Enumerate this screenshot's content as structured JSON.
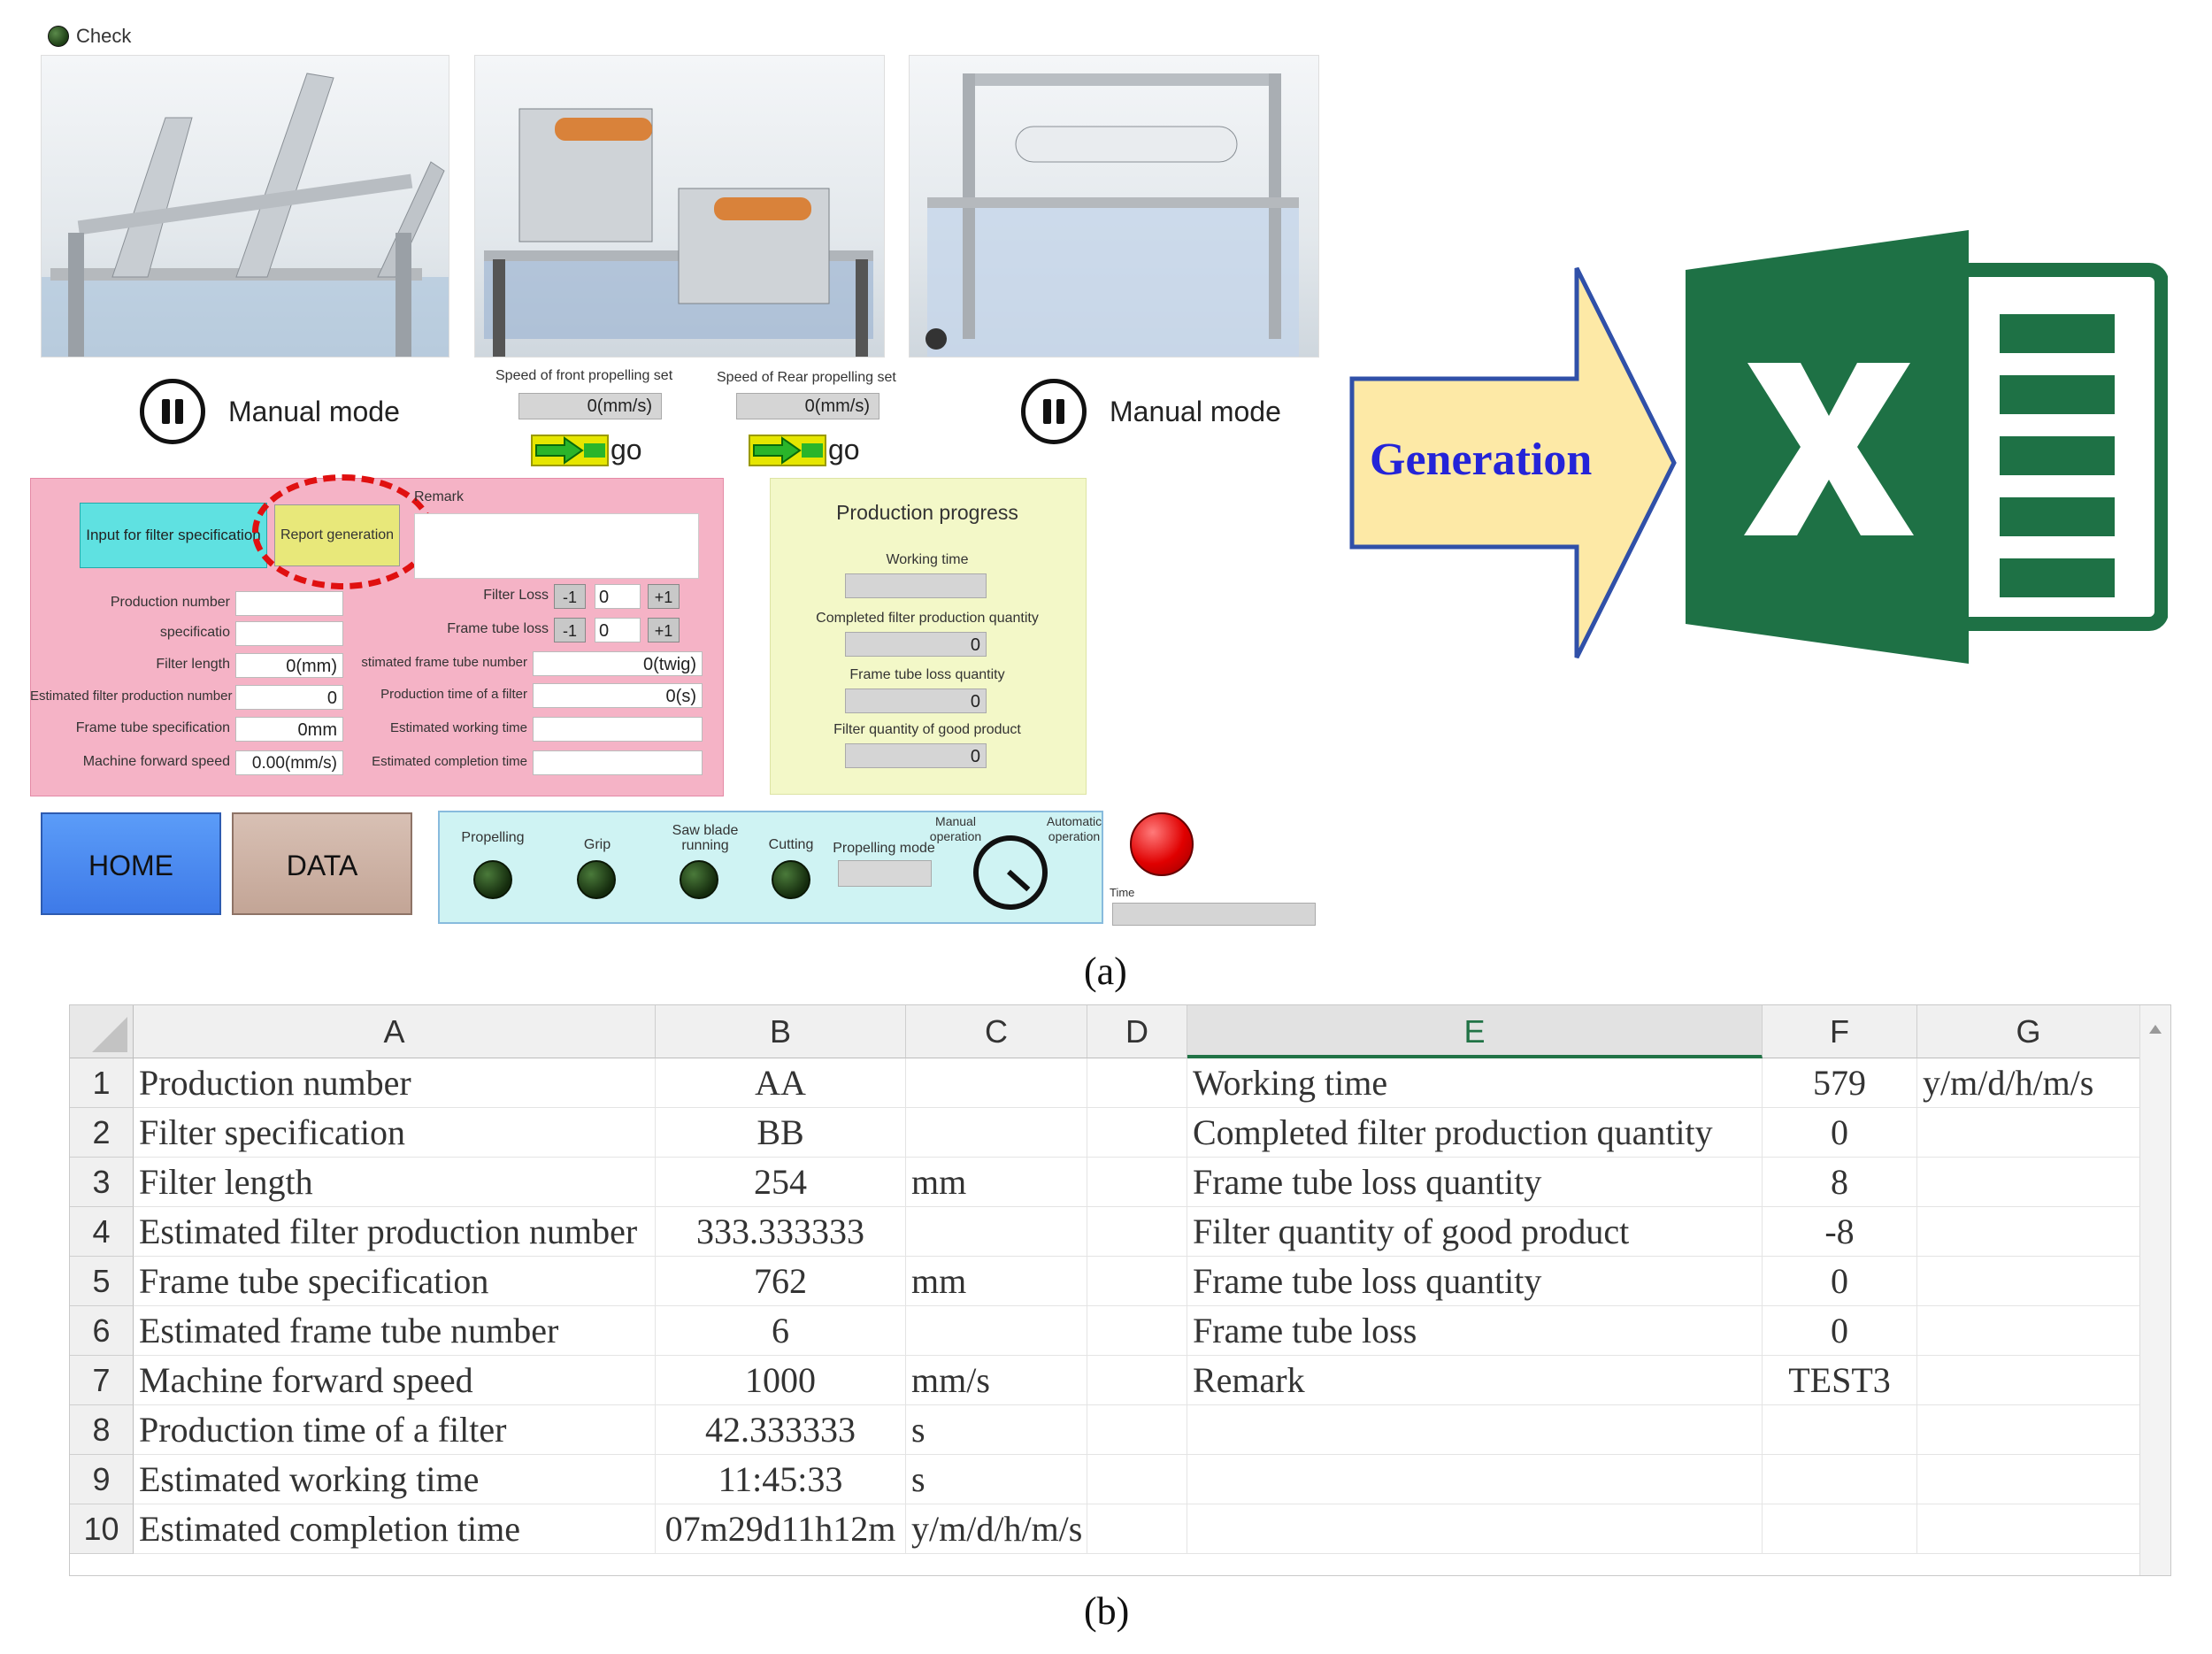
{
  "check_label": "Check",
  "modes": {
    "left": "Manual mode",
    "right": "Manual mode"
  },
  "speed": {
    "front_label": "Speed of front propelling set",
    "front_value": "0(mm/s)",
    "rear_label": "Speed of Rear propelling set",
    "rear_value": "0(mm/s)",
    "go_label": "go"
  },
  "buttons": {
    "input_spec": "Input for filter specification",
    "report": "Report generation",
    "home": "HOME",
    "data": "DATA"
  },
  "remark_label": "Remark",
  "form": {
    "production_number": "Production number",
    "specification": "specificatio",
    "filter_length": "Filter length",
    "filter_length_value": "0(mm)",
    "est_filter_number": "Estimated filter production number",
    "est_filter_number_value": "0",
    "frame_tube_spec": "Frame tube specification",
    "frame_tube_spec_value": "0mm",
    "machine_speed": "Machine forward speed",
    "machine_speed_value": "0.00(mm/s)",
    "filter_loss": "Filter Loss",
    "frame_tube_loss": "Frame tube loss",
    "minus": "-1",
    "plus": "+1",
    "loss_value": "0",
    "est_frame_tube_number": "stimated frame tube number",
    "est_frame_tube_number_value": "0(twig)",
    "production_time": "Production time of a filter",
    "production_time_value": "0(s)",
    "est_working_time": "Estimated working time",
    "est_completion_time": "Estimated completion time"
  },
  "progress": {
    "title": "Production progress",
    "working_time": "Working time",
    "completed_qty": "Completed filter production quantity",
    "completed_qty_value": "0",
    "frame_loss_qty": "Frame tube loss quantity",
    "frame_loss_qty_value": "0",
    "good_qty": "Filter quantity of good product",
    "good_qty_value": "0"
  },
  "status": {
    "propelling": "Propelling",
    "grip": "Grip",
    "saw_blade": "Saw blade running",
    "cutting": "Cutting",
    "propelling_mode": "Propelling mode",
    "manual_operation": "Manual operation",
    "automatic_operation": "Automatic operation",
    "time": "Time"
  },
  "generation_label": "Generation",
  "captions": {
    "a": "(a)",
    "b": "(b)"
  },
  "sheet": {
    "columns": [
      "A",
      "B",
      "C",
      "D",
      "E",
      "F",
      "G"
    ],
    "active_column": "E",
    "rows": [
      [
        "1",
        "Production number",
        "AA",
        "",
        "",
        "Working time",
        "579",
        "y/m/d/h/m/s"
      ],
      [
        "2",
        "Filter specification",
        "BB",
        "",
        "",
        "Completed filter production quantity",
        "0",
        ""
      ],
      [
        "3",
        "Filter length",
        "254",
        "mm",
        "",
        "Frame tube loss quantity",
        "8",
        ""
      ],
      [
        "4",
        "Estimated filter production number",
        "333.333333",
        "",
        "",
        "Filter quantity of good product",
        "-8",
        ""
      ],
      [
        "5",
        "Frame tube specification",
        "762",
        "mm",
        "",
        "Frame tube loss quantity",
        "0",
        ""
      ],
      [
        "6",
        "Estimated frame tube number",
        "6",
        "",
        "",
        "Frame tube loss",
        "0",
        ""
      ],
      [
        "7",
        "Machine forward speed",
        "1000",
        "mm/s",
        "",
        "Remark",
        "TEST3",
        ""
      ],
      [
        "8",
        "Production time of a filter",
        "42.333333",
        "s",
        "",
        "",
        "",
        ""
      ],
      [
        "9",
        "Estimated working time",
        "11:45:33",
        "s",
        "",
        "",
        "",
        ""
      ],
      [
        "10",
        "Estimated completion time",
        "07m29d11h12m",
        "y/m/d/h/m/s",
        "",
        "",
        "",
        ""
      ]
    ]
  },
  "colors": {
    "pink_panel": "#f5b3c6",
    "progress_panel": "#f3f8c8",
    "status_panel": "#cff3f3",
    "excel_green": "#1e7145",
    "generation_text": "#2424d8",
    "arrow_fill": "#fde9a6",
    "highlight_ring": "#e01010"
  }
}
